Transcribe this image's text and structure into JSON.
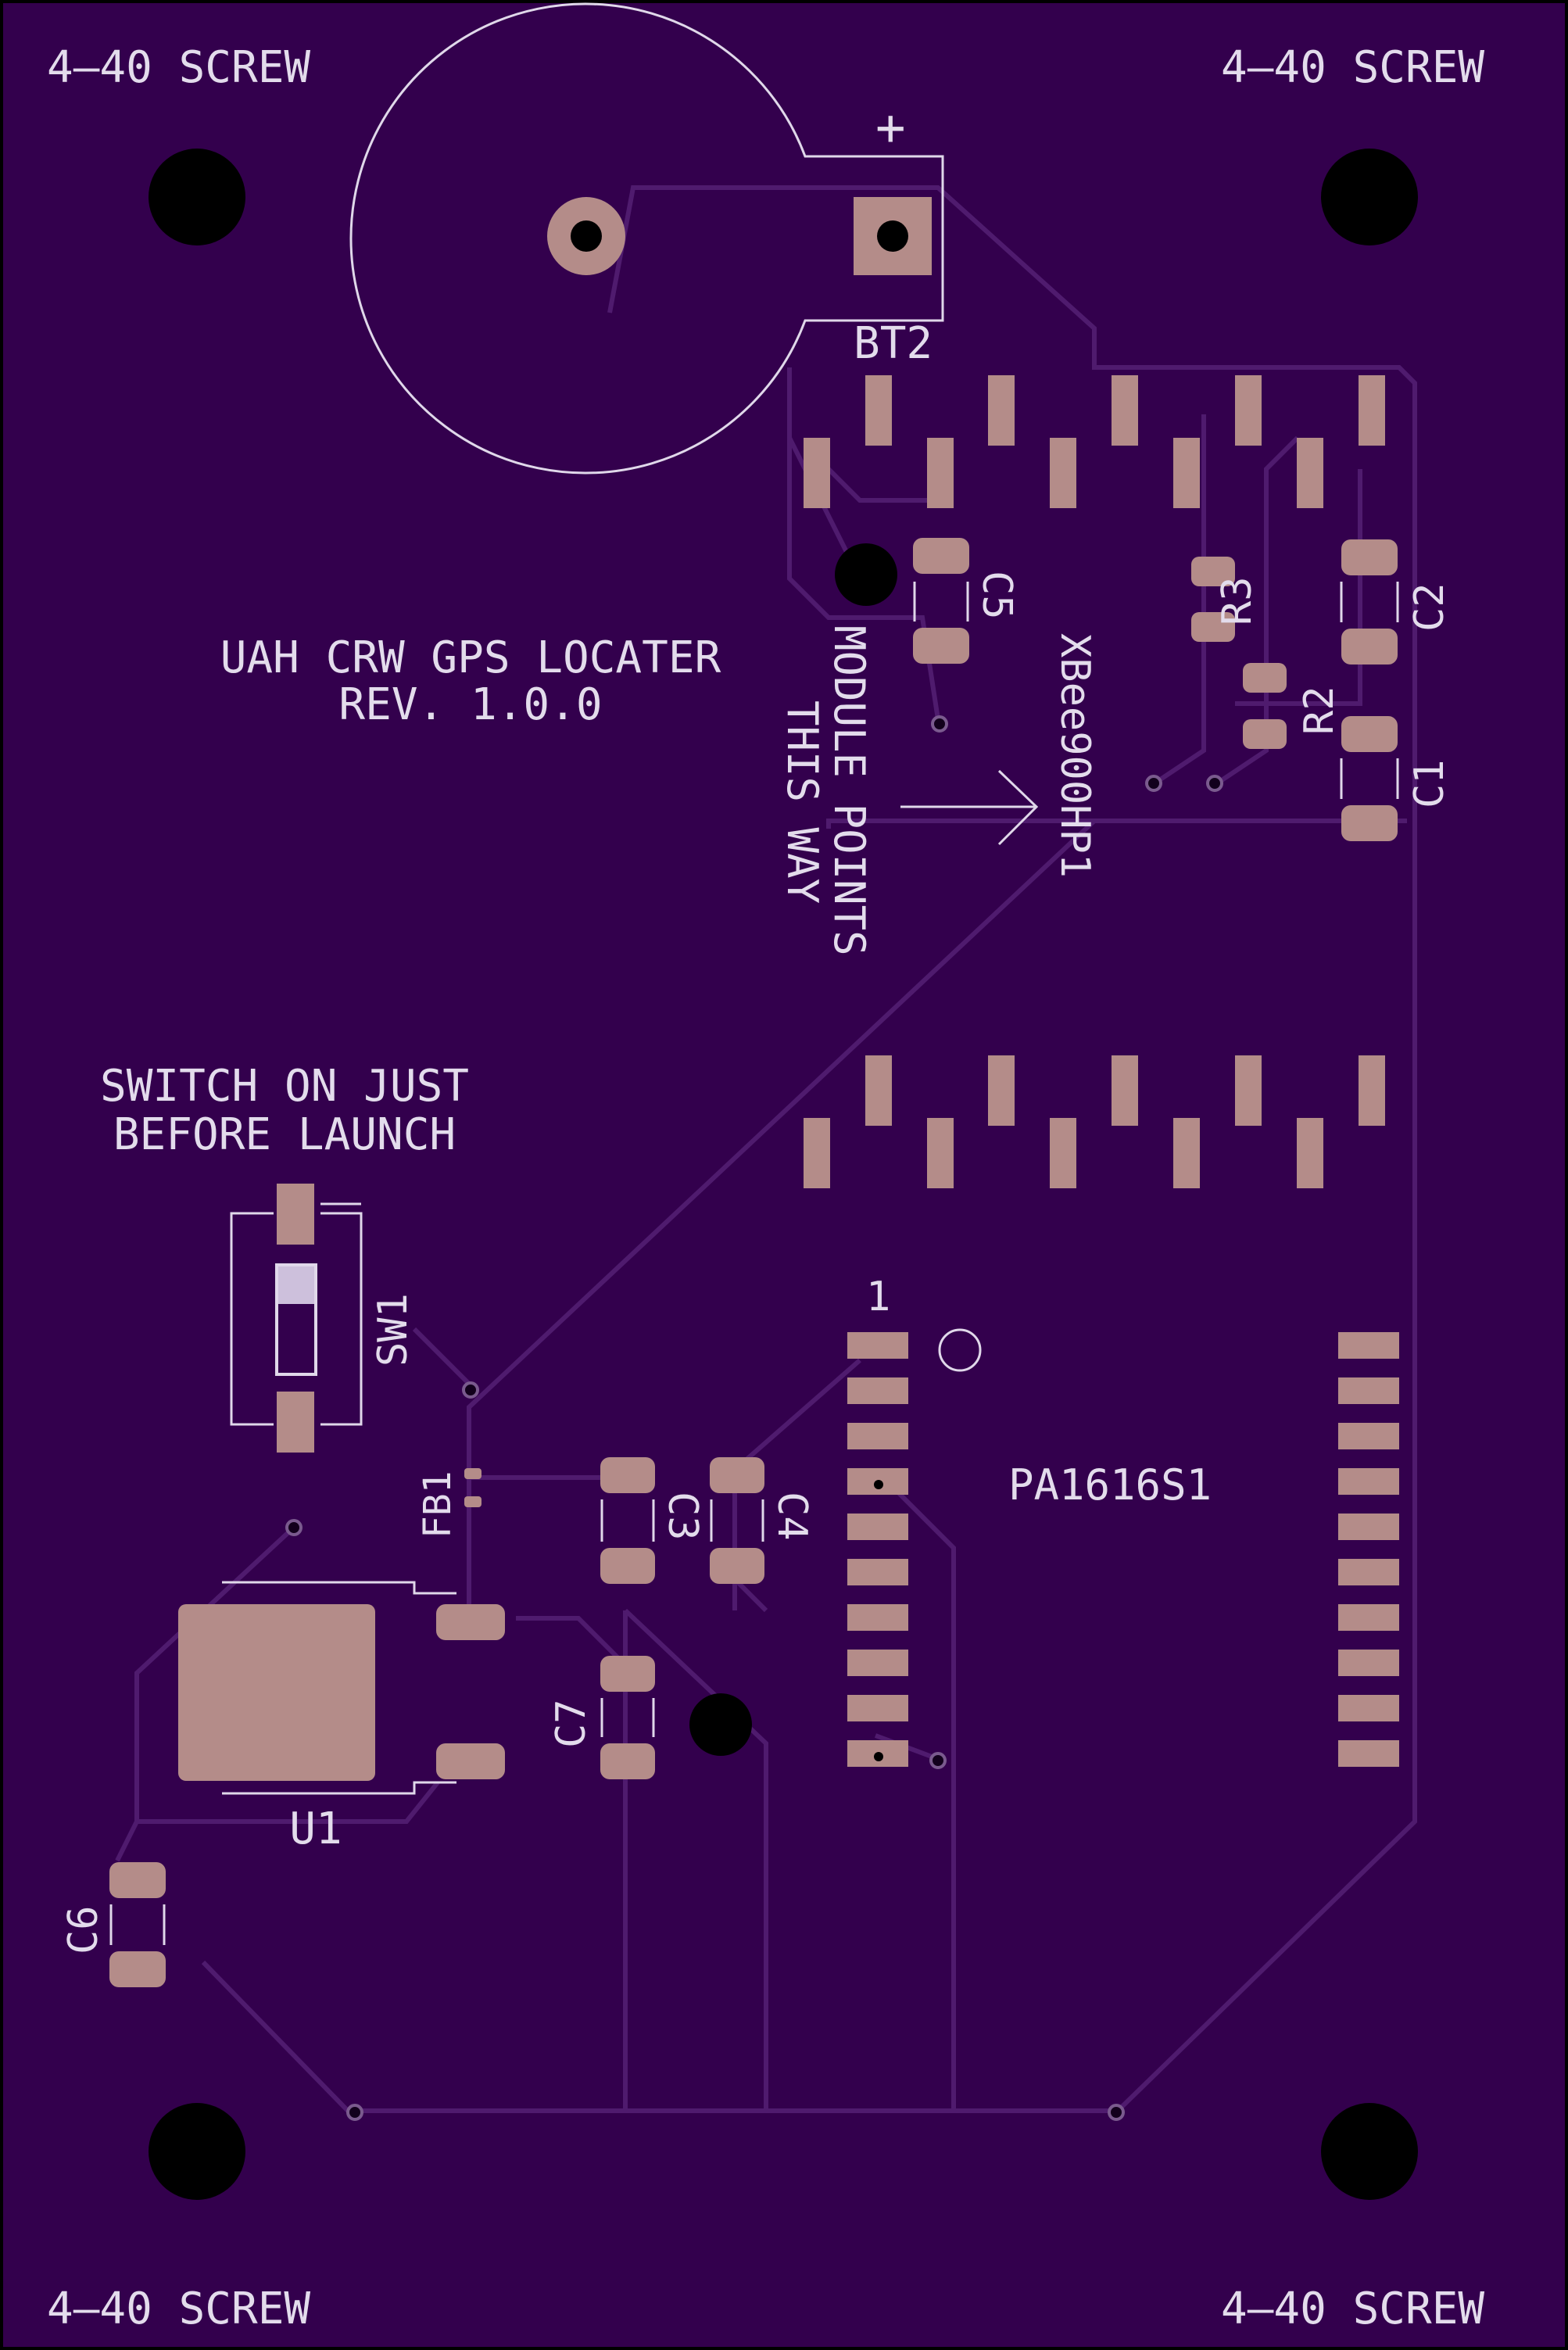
{
  "board": {
    "background": "#33004d",
    "outline": "#000000",
    "pad_color": "#b48c89",
    "silkscreen_color": "#e3dcec",
    "trace_color": "#4f1b6e"
  },
  "corners": {
    "top_left": "4–40 SCREW",
    "top_right": "4–40 SCREW",
    "bottom_left": "4–40 SCREW",
    "bottom_right": "4–40 SCREW"
  },
  "title": {
    "line1": "UAH CRW GPS LOCATER",
    "line2": "REV. 1.0.0"
  },
  "notes": {
    "switch_line1": "SWITCH ON JUST",
    "switch_line2": "BEFORE LAUNCH",
    "module_line1": "MODULE POINTS",
    "module_line2": "THIS WAY"
  },
  "battery": {
    "ref": "BT2",
    "plus": "+"
  },
  "module": {
    "ref": "XBee900HP1"
  },
  "gps": {
    "ref": "PA1616S1",
    "pin1": "1"
  },
  "components": {
    "c1": "C1",
    "c2": "C2",
    "c3": "C3",
    "c4": "C4",
    "c5": "C5",
    "c6": "C6",
    "c7": "C7",
    "r2": "R2",
    "r3": "R3",
    "fb1": "FB1",
    "sw1": "SW1",
    "u1": "U1"
  }
}
